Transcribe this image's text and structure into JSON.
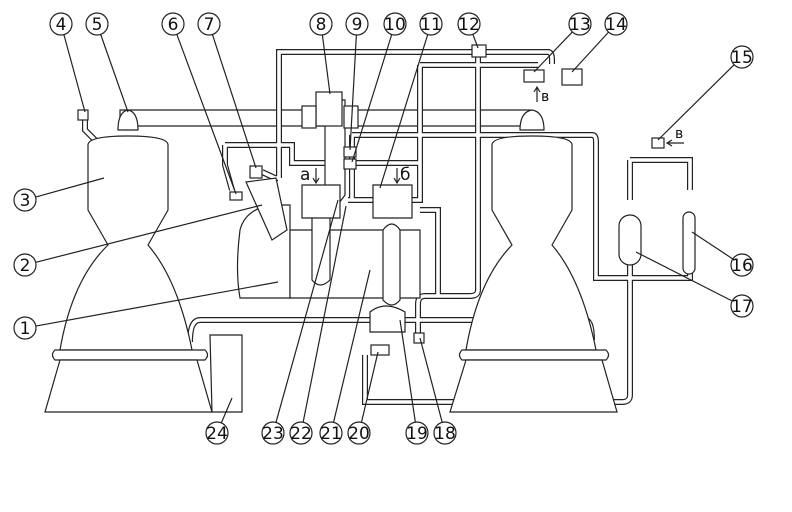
{
  "callouts": [
    "1",
    "2",
    "3",
    "4",
    "5",
    "6",
    "7",
    "8",
    "9",
    "10",
    "11",
    "12",
    "13",
    "14",
    "15",
    "16",
    "17",
    "18",
    "19",
    "20",
    "21",
    "22",
    "23",
    "24"
  ],
  "flow_labels": {
    "a": "а",
    "b": "б",
    "v1": "в",
    "v2": "в"
  }
}
